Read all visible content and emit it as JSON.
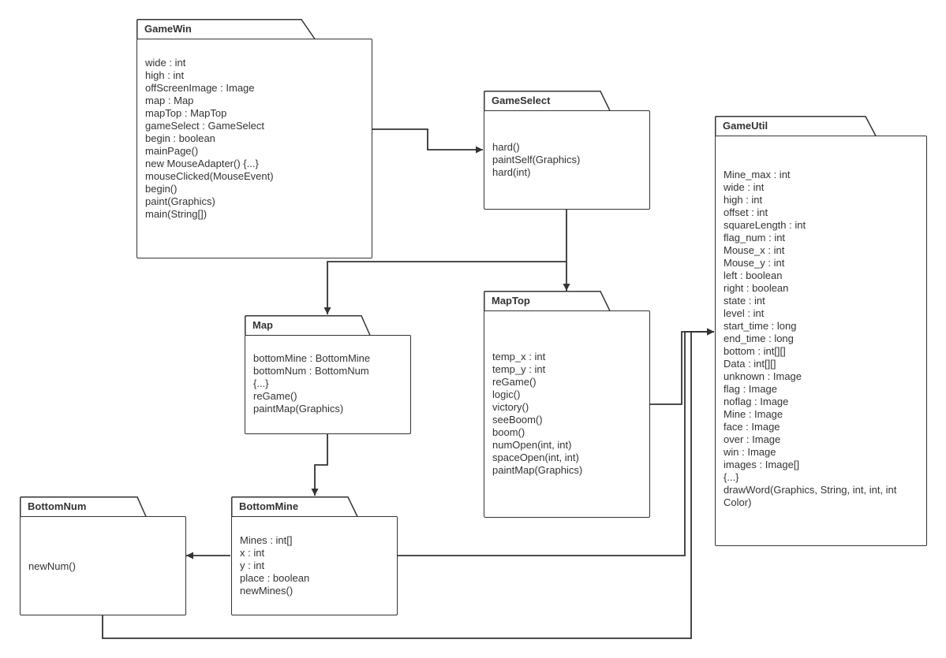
{
  "colors": {
    "stroke": "#333333",
    "text": "#333333",
    "background": "#ffffff"
  },
  "classes": {
    "game_win": {
      "name": "GameWin",
      "members": [
        "wide : int",
        "high : int",
        "offScreenImage : Image",
        "map : Map",
        "mapTop : MapTop",
        "gameSelect : GameSelect",
        "begin : boolean",
        "mainPage()",
        "new MouseAdapter() {...}",
        "mouseClicked(MouseEvent)",
        "begin()",
        "paint(Graphics)",
        "main(String[])"
      ]
    },
    "game_select": {
      "name": "GameSelect",
      "members": [
        "hard()",
        "paintSelf(Graphics)",
        "hard(int)"
      ]
    },
    "game_util": {
      "name": "GameUtil",
      "members": [
        "Mine_max : int",
        "wide : int",
        "high : int",
        "offset : int",
        "squareLength : int",
        "flag_num : int",
        "Mouse_x : int",
        "Mouse_y : int",
        "left : boolean",
        "right : boolean",
        "state : int",
        "level : int",
        "start_time : long",
        "end_time : long",
        "bottom : int[][]",
        "Data : int[][]",
        "unknown : Image",
        "flag : Image",
        "noflag : Image",
        "Mine : Image",
        "face : Image",
        "over : Image",
        "win : Image",
        "images : Image[]",
        "{...}",
        "drawWord(Graphics, String, int, int, int",
        "Color)"
      ]
    },
    "map": {
      "name": "Map",
      "members": [
        "bottomMine : BottomMine",
        "bottomNum : BottomNum",
        "{...}",
        "reGame()",
        "paintMap(Graphics)"
      ]
    },
    "map_top": {
      "name": "MapTop",
      "members": [
        "temp_x : int",
        "temp_y : int",
        "reGame()",
        "logic()",
        "victory()",
        "seeBoom()",
        "boom()",
        "numOpen(int, int)",
        "spaceOpen(int, int)",
        "paintMap(Graphics)"
      ]
    },
    "bottom_num": {
      "name": "BottomNum",
      "members": [
        "newNum()"
      ]
    },
    "bottom_mine": {
      "name": "BottomMine",
      "members": [
        "Mines : int[]",
        "x : int",
        "y : int",
        "place : boolean",
        "newMines()"
      ]
    }
  }
}
